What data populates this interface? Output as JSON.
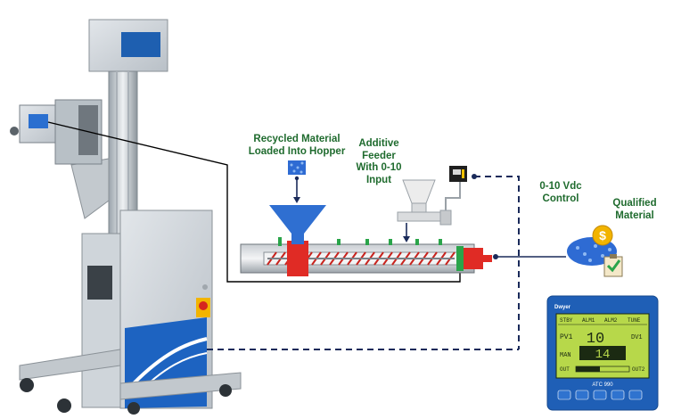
{
  "labels": {
    "recycled_material": "Recycled Material\nLoaded Into Hopper",
    "additive_feeder": "Additive\nFeeder\nWith 0-10\nInput",
    "control_signal": "0-10 Vdc\nControl",
    "qualified_material": "Qualified\nMaterial"
  },
  "controller": {
    "brand": "Dwyer",
    "model": "ATC 990",
    "row_headers": [
      "STBY",
      "ALM1",
      "ALM2",
      "TUNE"
    ],
    "pv_label": "PV1",
    "pv_value": "10",
    "dv_label": "DV1",
    "man_label": "MAN",
    "sv_value": "14",
    "out_label": "OUT",
    "out2_label": "OUT2",
    "bar_level": 0.45
  },
  "money_symbol": "$",
  "colors": {
    "label_green": "#1f6b2e",
    "hopper_blue": "#2f6fd1",
    "dash_navy": "#1a2a5a",
    "controller_blue": "#1f5fb6",
    "screen_green": "#b7d84a"
  }
}
